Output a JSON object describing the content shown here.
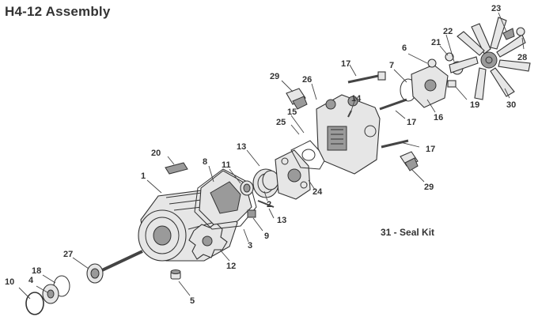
{
  "title": "H4-12 Assembly",
  "seal_kit": "31 - Seal Kit",
  "callouts": [
    "1",
    "2",
    "3",
    "4",
    "5",
    "6",
    "7",
    "8",
    "9",
    "10",
    "11",
    "12",
    "13",
    "13",
    "14",
    "15",
    "16",
    "17",
    "17",
    "17",
    "18",
    "19",
    "20",
    "21",
    "22",
    "23",
    "24",
    "25",
    "26",
    "27",
    "28",
    "29",
    "29",
    "30"
  ]
}
